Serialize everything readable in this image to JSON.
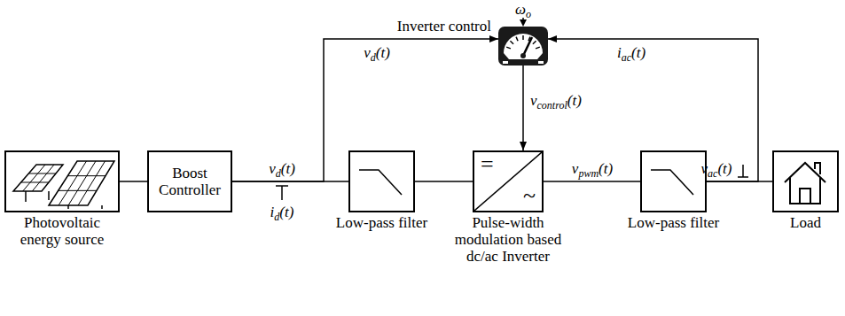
{
  "diagram": {
    "nodes": [
      {
        "text": [
          "Photovoltaic energy source"
        ]
      },
      {
        "text": [
          "Boost Controller"
        ]
      },
      {
        "text": [
          "Low-pass filter"
        ]
      },
      {
        "text": [
          "=",
          "~",
          "Pulse-width modulation based dc/ac Inverter"
        ]
      },
      {
        "text": [
          "Low-pass filter"
        ]
      },
      {
        "text": [
          "Load"
        ]
      },
      {
        "text": [
          "Inverter control"
        ]
      }
    ],
    "edges": [
      {
        "from": 0,
        "to": 1,
        "arrow": "none"
      },
      {
        "from": 1,
        "to": 2,
        "arrow": "none",
        "label": "vd(t)"
      },
      {
        "from": 2,
        "to": 3,
        "arrow": "none"
      },
      {
        "from": 3,
        "to": 4,
        "arrow": "none",
        "label": "vpwm(t)"
      },
      {
        "from": 4,
        "to": 5,
        "arrow": "none",
        "label": "vac(t)"
      },
      {
        "from": 1,
        "to": 6,
        "arrow": "to",
        "label": "vd(t)"
      },
      {
        "from": 4,
        "to": 6,
        "arrow": "to",
        "label": "iac(t)"
      },
      {
        "from": 6,
        "to": 3,
        "arrow": "to",
        "label": "vcontrol(t)"
      }
    ],
    "labels": [
      "ωo",
      "id(t)"
    ]
  }
}
